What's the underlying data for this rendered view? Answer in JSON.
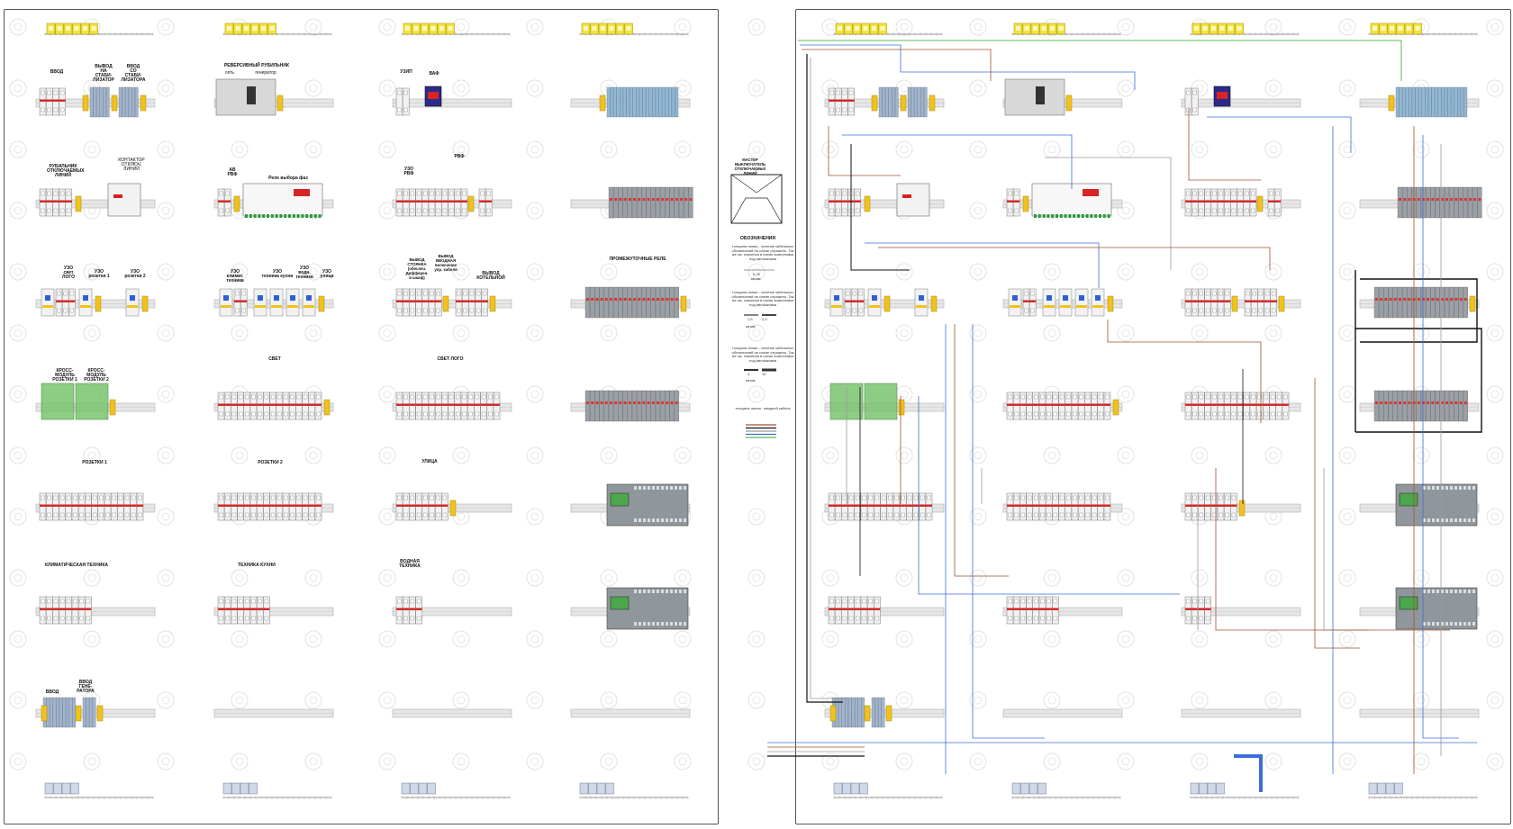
{
  "colors": {
    "din_rail": "#c8c8c8",
    "breaker_body": "#f2f2f2",
    "breaker_red": "#d42020",
    "terminal_yellow": "#f4e23a",
    "end_stop_yellow": "#f1c21b",
    "rcd_blue": "#2f5fd8",
    "relay_grey": "#9aa0a6",
    "plc_grey": "#8f979d",
    "plc_screen": "#4ca64c",
    "cross_module_green": "#79c46e",
    "wire_blue": "#3b6fd6",
    "wire_brown": "#a0522d",
    "wire_black": "#111111",
    "wire_grey": "#9a9a9a",
    "wire_green": "#5cb85c",
    "watermark": "#e2e2e2"
  },
  "left_panel": {
    "labels": {
      "vvod": "ВВОД",
      "vyvod_stab": "ВЫВОД\nНА\nСТАБИ-\nЛИЗАТОР",
      "vvod_stab": "ВВОД\nСО\nСТАБИ-\nЛИЗАТОРА",
      "reversing_switch": "РЕВЕРСИВНЫЙ  РУБИЛЬНИК",
      "set": "сеть",
      "generator": "генератор",
      "uzip": "УЗИП",
      "vaf": "ВАФ",
      "rubilnik_otkl": "РУБИЛЬНИК\nОТКЛЮЧАЕМЫХ\nЛИНИЙ",
      "kontaktor": "КОНТАКТОР\nОТКЛЮЧ.\nЛИНИЙ",
      "av_rvf": "АВ\nРВФ",
      "relay_phase": "Реле выбора фаз",
      "rvf": "РВФ",
      "uzo_rvf": "УЗО\nРВФ",
      "uzo_svet_logo": "УЗО\nсвет\nЛОГО",
      "uzo_rozetki1": "УЗО\nрозетки 1",
      "uzo_rozetki2": "УЗО\nрозетки 2",
      "uzo_klim": "УЗО\nклимат. техника",
      "uzo_kuhnya": "УЗО\nтехника кухни",
      "uzo_vodn": "УЗО\nводн.\nтехника",
      "uzo_ulica": "УЗО\nулица",
      "vyvod_stoyanka": "ВЫВОД\nСТОЯНКА\n(обеспеч.\nДифферен.\nв шкаф)",
      "vyvod_vvodnaya": "ВЫВОД\nВВОДНАЯ\nвключение\nупр. кабеля",
      "vyvod_kotelnoy": "ВЫВОД\nКОТЕЛЬНОЙ",
      "prom_rele": "ПРОМЕЖУТОЧНЫЕ РЕЛЕ",
      "cross_modules": "КРОСС-\nМОДУЛЬ\nРОЗЕТКИ 1",
      "cross_modules2": "КРОСС-\nМОДУЛЬ\nРОЗЕТКИ 2",
      "svet": "СВЕТ",
      "svet_logo": "СВЕТ ЛОГО",
      "rozetki1": "РОЗЕТКИ 1",
      "rozetki2": "РОЗЕТКИ 2",
      "ulica": "УЛИЦА",
      "klimat": "КЛИМАТИЧЕСКАЯ ТЕХНИКА",
      "kuhnya": "ТЕХНИКА КУХНИ",
      "vodnaya": "ВОДНАЯ\nТЕХНИКА",
      "vvod_bottom": "ВВОД",
      "vvod_generator": "ВВОД\nГЕНЕ-\nРАТОРА"
    }
  },
  "legend": {
    "master_switch": "МАСТЕР\nВЫКЛЮЧАТЕЛЬ\nОТКЛЮЧАЕМЫХ ЛИНИЙ",
    "title": "ОБОЗНАЧЕНИЯ",
    "item1": "толщина линии - сечение\nкабельных обозначений\nна схеме отражено.\nТак же см. значения в схеме\nкомпоновки под автоматами",
    "val1a": "0,75",
    "val1b": "кв.мм",
    "item2": "толщина линии - сечение\nкабельных обозначений\nна схеме отражено.\nТак же см. значения в схеме\nкомпоновки под автоматами",
    "val2a": "1,5",
    "val2b": "2,5",
    "val2u": "кв.мм",
    "item3": "толщина линии - сечение\nкабельных обозначений\nна схеме отражено.\nТак же см. значения в схеме\nкомпоновки под автоматами",
    "val3a": "4",
    "val3b": "10",
    "val3u": "кв.мм",
    "item4": "толщина линии - вводной\nкабель"
  }
}
